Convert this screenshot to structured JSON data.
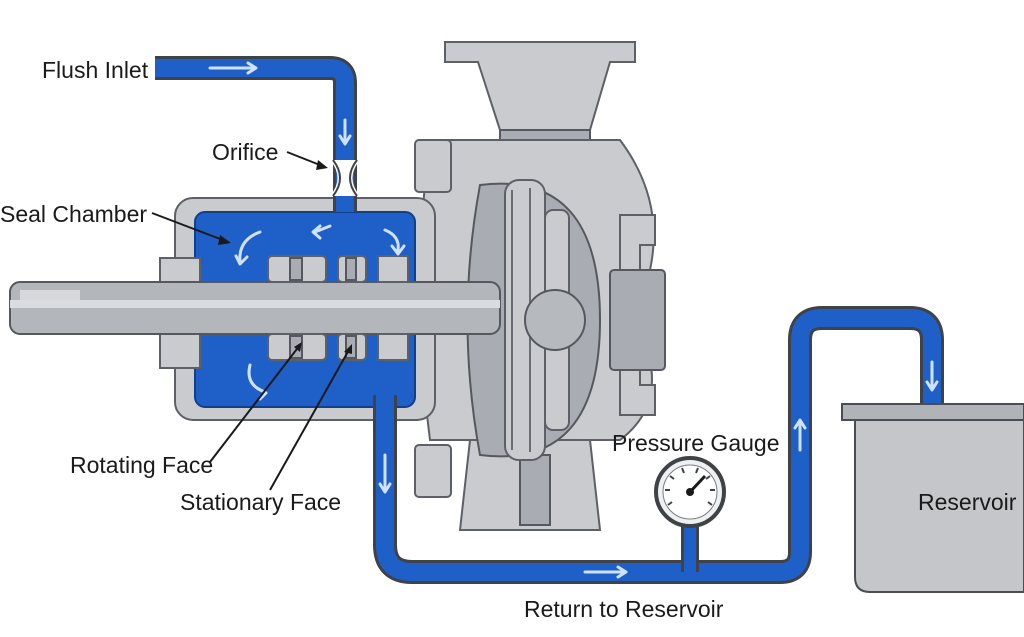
{
  "labels": {
    "flush_inlet": "Flush Inlet",
    "orifice": "Orifice",
    "seal_chamber": "Seal Chamber",
    "rotating_face": "Rotating Face",
    "stationary_face": "Stationary Face",
    "pressure_gauge": "Pressure Gauge",
    "reservoir": "Reservoir",
    "return_to_reservoir": "Return to Reservoir"
  },
  "colors": {
    "flush_fluid": "#1f5fc8",
    "metal": "#c9cbcf",
    "outline": "#3f4246"
  }
}
